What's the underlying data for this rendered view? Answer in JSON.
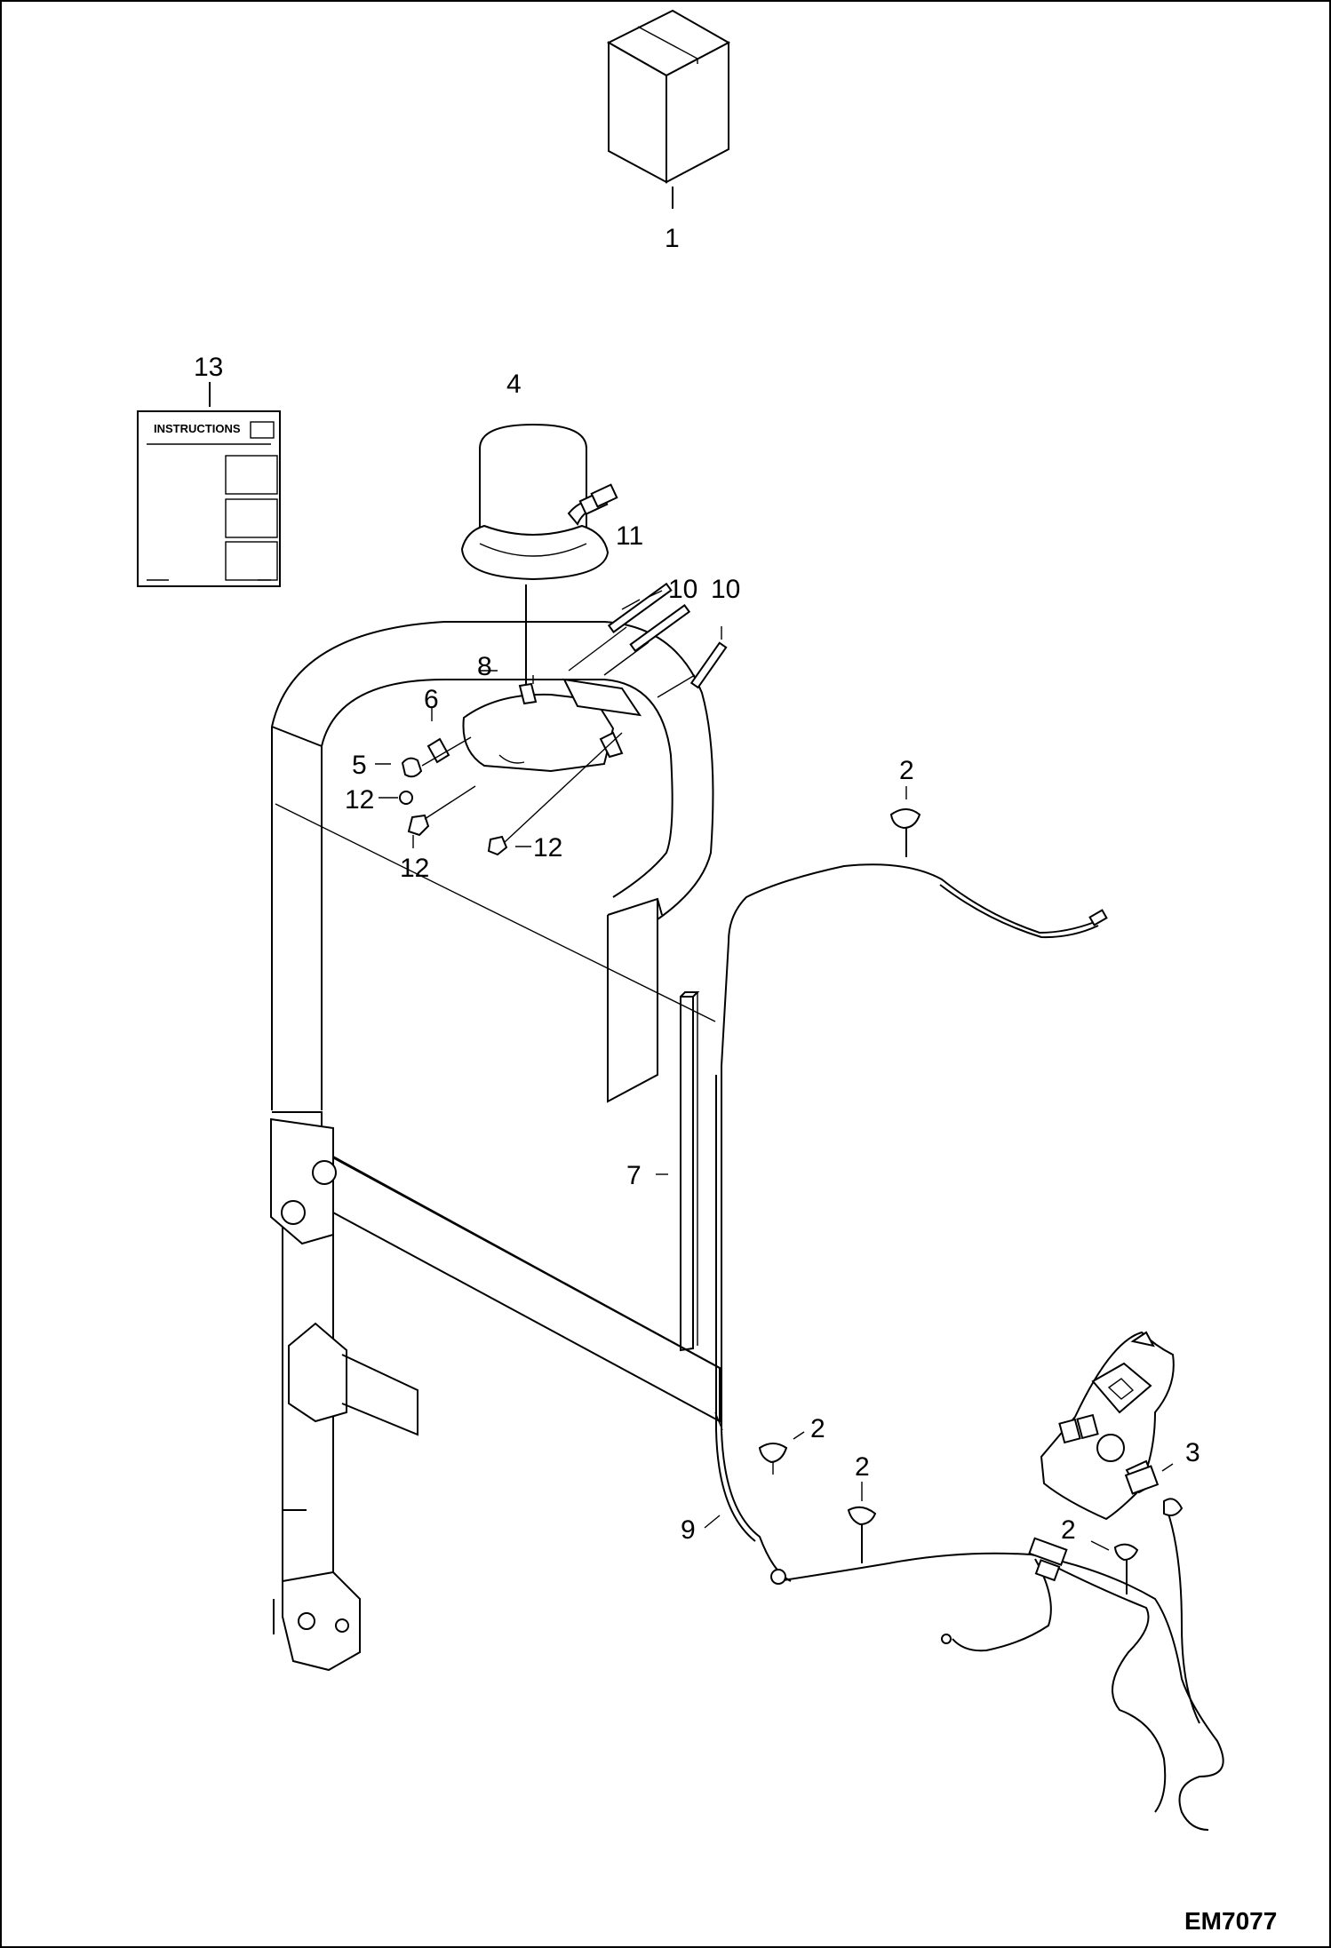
{
  "diagram": {
    "document_id": "EM7077",
    "instructions_label": "INSTRUCTIONS",
    "callouts": [
      {
        "id": "c1",
        "label": "1"
      },
      {
        "id": "c13",
        "label": "13"
      },
      {
        "id": "c4",
        "label": "4"
      },
      {
        "id": "c11",
        "label": "11"
      },
      {
        "id": "c10a",
        "label": "10"
      },
      {
        "id": "c10b",
        "label": "10"
      },
      {
        "id": "c8",
        "label": "8"
      },
      {
        "id": "c6",
        "label": "6"
      },
      {
        "id": "c5",
        "label": "5"
      },
      {
        "id": "c12a",
        "label": "12"
      },
      {
        "id": "c12b",
        "label": "12"
      },
      {
        "id": "c12c",
        "label": "12"
      },
      {
        "id": "c2a",
        "label": "2"
      },
      {
        "id": "c7",
        "label": "7"
      },
      {
        "id": "c2b",
        "label": "2"
      },
      {
        "id": "c2c",
        "label": "2"
      },
      {
        "id": "c9",
        "label": "9"
      },
      {
        "id": "c3",
        "label": "3"
      },
      {
        "id": "c2d",
        "label": "2"
      }
    ]
  }
}
